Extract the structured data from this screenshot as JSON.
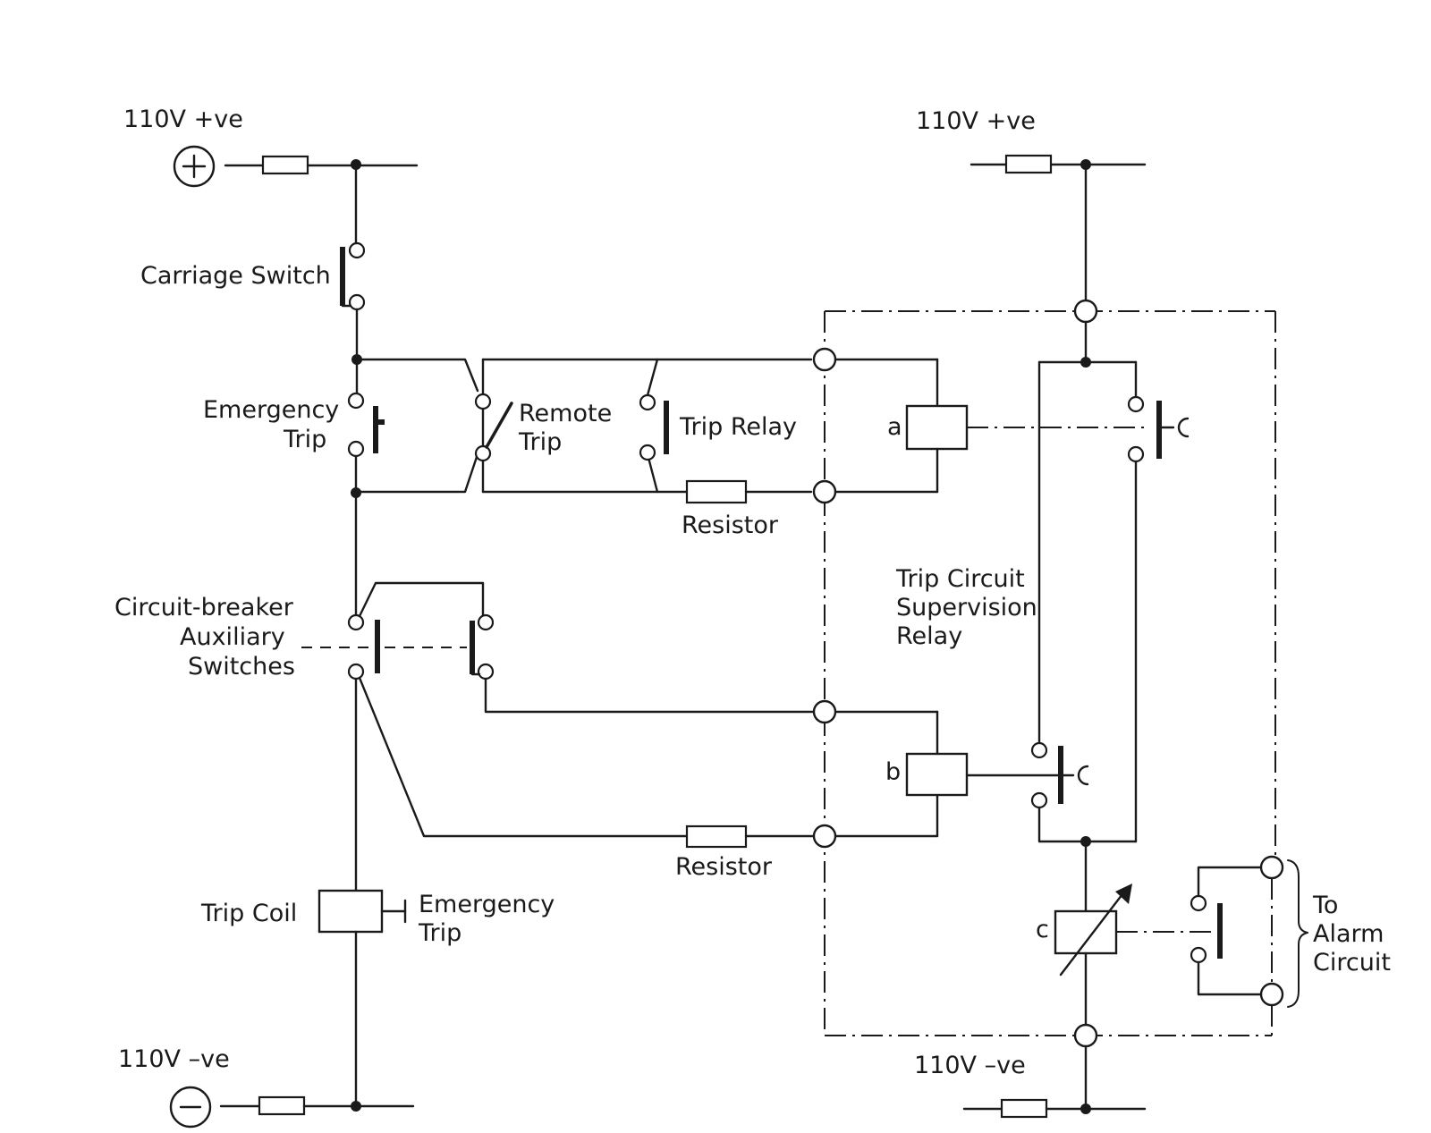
{
  "labels": {
    "supply_pos_left": "110V +ve",
    "supply_pos_right": "110V +ve",
    "supply_neg_left": "110V –ve",
    "supply_neg_right": "110V –ve",
    "carriage_switch": "Carriage Switch",
    "emergency_trip": [
      "Emergency",
      "Trip"
    ],
    "remote_trip": [
      "Remote",
      "Trip"
    ],
    "trip_relay": "Trip Relay",
    "resistor_upper": "Resistor",
    "resistor_lower": "Resistor",
    "cb_aux": [
      "Circuit-breaker",
      "Auxiliary",
      "Switches"
    ],
    "tcs_relay": [
      "Trip Circuit",
      "Supervision",
      "Relay"
    ],
    "trip_coil": "Trip Coil",
    "coil_emergency_trip": [
      "Emergency",
      "Trip"
    ],
    "coil_a": "a",
    "coil_b": "b",
    "coil_c": "c",
    "alarm": [
      "To",
      "Alarm",
      "Circuit"
    ],
    "plus_symbol": "+",
    "minus_symbol": "−"
  }
}
